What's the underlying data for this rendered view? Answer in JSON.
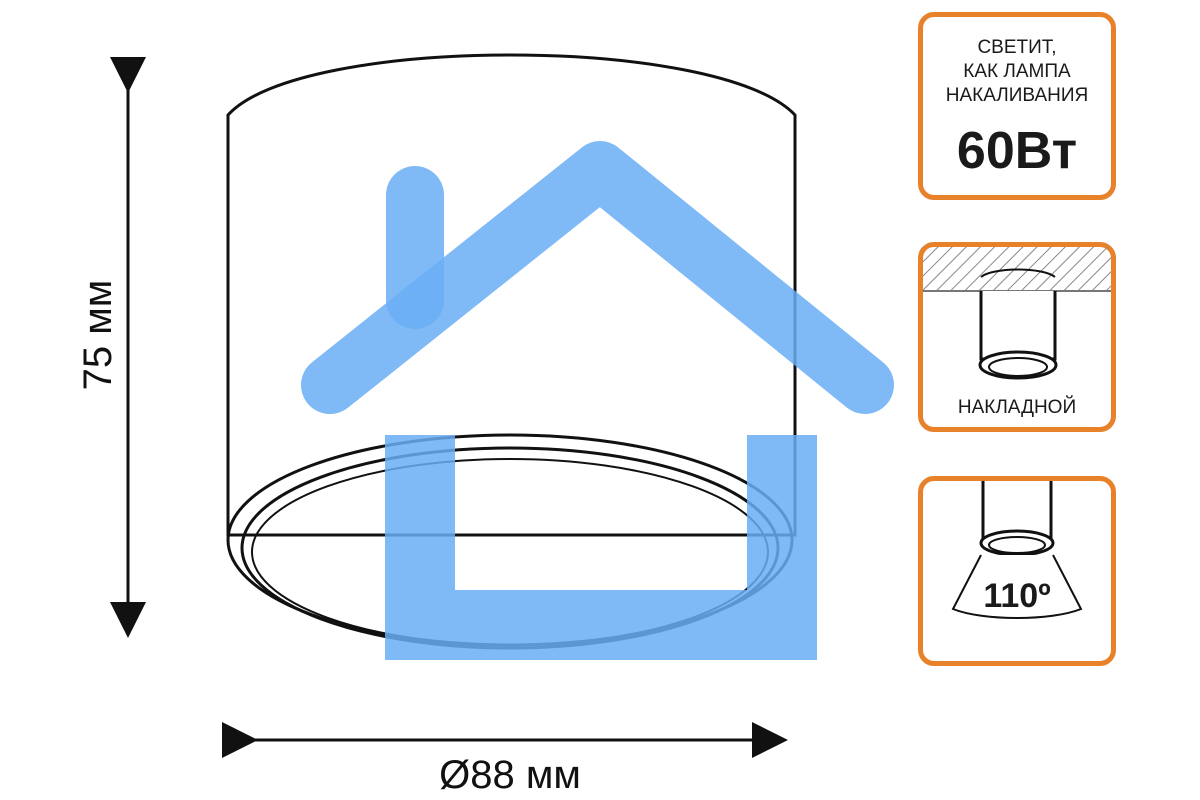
{
  "dimensions": {
    "height_label": "75 мм",
    "diameter_label": "Ø88 мм"
  },
  "badges": {
    "brightness": {
      "line1": "СВЕТИТ,",
      "line2": "КАК ЛАМПА",
      "line3": "НАКАЛИВАНИЯ",
      "wattage": "60Вт"
    },
    "mounting": {
      "label": "НАКЛАДНОЙ"
    },
    "beam_angle": {
      "label": "110º"
    }
  },
  "colors": {
    "badge_border": "#e8822a",
    "watermark": "#6aaef5",
    "outline": "#111111"
  },
  "icons": {
    "watermark": "house-icon",
    "mounting": "surface-mount-lamp-icon",
    "beam": "beam-angle-lamp-icon"
  }
}
